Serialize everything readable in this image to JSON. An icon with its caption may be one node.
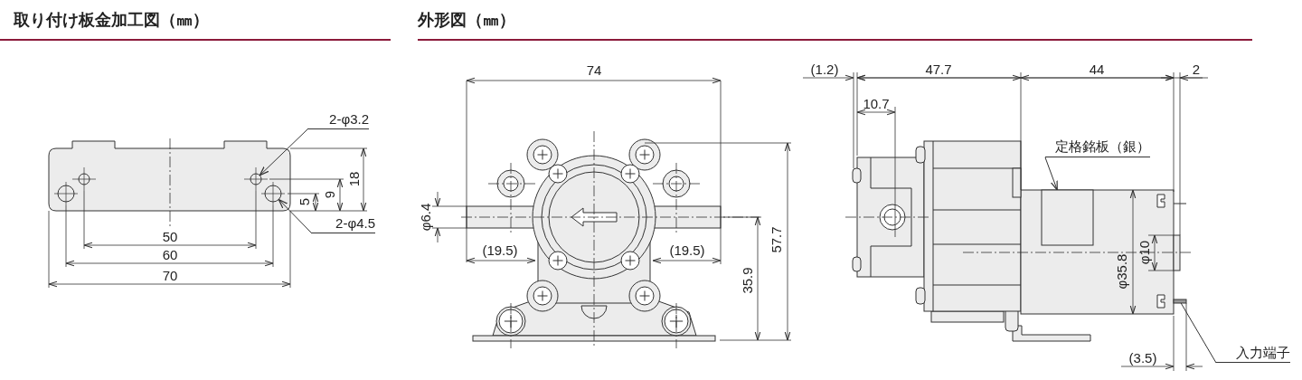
{
  "diagram": {
    "nodes": [
      {
        "text": [
          "2-φ3.2"
        ]
      },
      {
        "text": [],
        "shape": "circle"
      },
      {
        "text": [
          "2-φ4.5"
        ]
      },
      {
        "text": [],
        "shape": "circle"
      },
      {
        "text": [
          "定格銘板（銀）"
        ]
      },
      {
        "text": [],
        "shape": "box"
      },
      {
        "text": [
          "入力端子"
        ]
      },
      {
        "text": [],
        "shape": "bar"
      }
    ],
    "edges": [
      {
        "from": 0,
        "to": 1,
        "arrow": "to"
      },
      {
        "from": 2,
        "to": 3,
        "arrow": "to"
      },
      {
        "from": 4,
        "to": 5,
        "arrow": "to"
      },
      {
        "from": 6,
        "to": 7,
        "arrow": "none"
      }
    ],
    "labels": [
      "取り付け板金加工図（㎜）",
      "外形図（㎜）",
      "18",
      "9",
      "5",
      "50",
      "60",
      "70",
      "74",
      "φ6.4",
      "(19.5)",
      "(19.5)",
      "35.9",
      "57.7",
      "(1.2)",
      "47.7",
      "44",
      "2",
      "10.7",
      "φ10",
      "φ35.8",
      "(3.5)"
    ]
  }
}
